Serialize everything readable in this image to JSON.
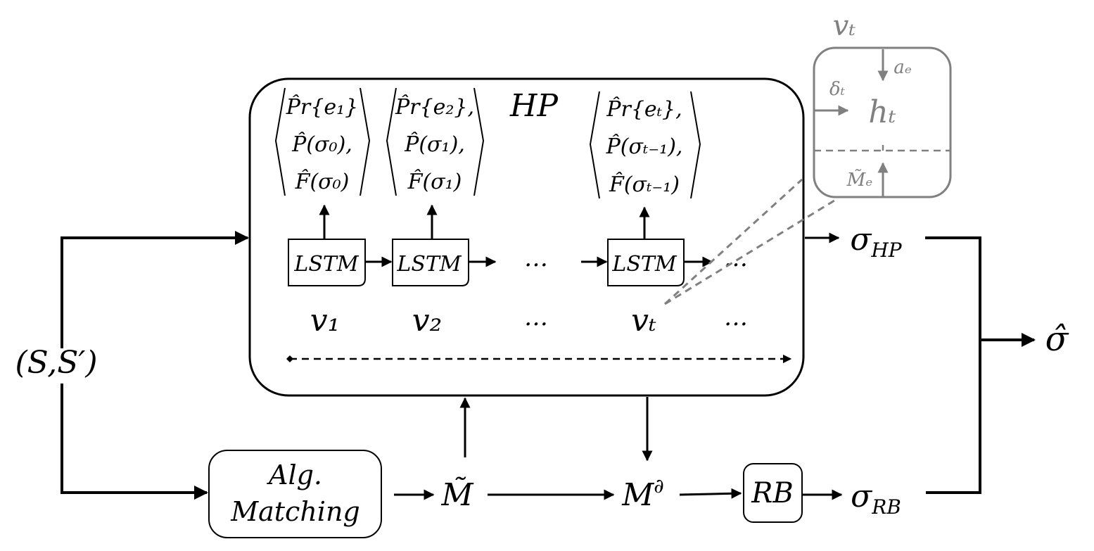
{
  "input_label": "(S,S′)",
  "hp_label": "HP",
  "lstm_label": "LSTM",
  "ellipsis": "…",
  "outputs": [
    {
      "pr": "P̂r{e₁}",
      "p": "P̂(σ₀),",
      "f": "F̂(σ₀)"
    },
    {
      "pr": "P̂r{e₂},",
      "p": "P̂(σ₁),",
      "f": "F̂(σ₁)"
    },
    {
      "pr": "P̂r{eₜ},",
      "p": "P̂(σₜ₋₁),",
      "f": "F̂(σₜ₋₁)"
    }
  ],
  "nodes": {
    "v1": "v₁",
    "v2": "v₂",
    "vt": "vₜ"
  },
  "detail": {
    "title": "vₜ",
    "a_e": "aₑ",
    "delta_t": "δₜ",
    "h_t": "hₜ",
    "m_e": "M̃ₑ"
  },
  "alg_matching": {
    "line1": "Alg.",
    "line2": "Matching"
  },
  "m_tilde": "M̃",
  "m_partial": "M∂",
  "rb_label": "RB",
  "sigma_hp": "σHP",
  "sigma_rb": "σRB",
  "sigma_hat": "σ̂",
  "colors": {
    "main": "#000000",
    "detail": "#808080"
  }
}
